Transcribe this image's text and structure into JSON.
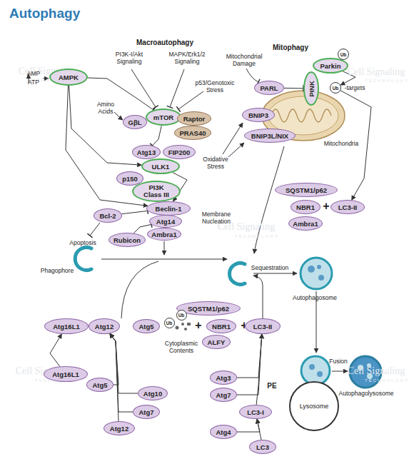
{
  "diagram": {
    "title": "Autophagy",
    "nodes": [
      {
        "text": [
          "AMPK"
        ]
      },
      {
        "text": [
          "GβL"
        ]
      },
      {
        "text": [
          "mTOR"
        ]
      },
      {
        "text": [
          "Raptor"
        ]
      },
      {
        "text": [
          "PRAS40"
        ]
      },
      {
        "text": [
          "Atg13"
        ]
      },
      {
        "text": [
          "FIP200"
        ]
      },
      {
        "text": [
          "ULK1"
        ]
      },
      {
        "text": [
          "p150"
        ]
      },
      {
        "text": [
          "PI3K Class III"
        ]
      },
      {
        "text": [
          "Beclin-1"
        ]
      },
      {
        "text": [
          "Bcl-2"
        ]
      },
      {
        "text": [
          "Atg14"
        ]
      },
      {
        "text": [
          "Ambra1"
        ]
      },
      {
        "text": [
          "Rubicon"
        ]
      },
      {
        "text": [
          "Parkin"
        ]
      },
      {
        "text": [
          "Ub"
        ]
      },
      {
        "text": [
          "PINK"
        ]
      },
      {
        "text": [
          "PARL"
        ]
      },
      {
        "text": [
          "Ub"
        ]
      },
      {
        "text": [
          "BNIP3"
        ]
      },
      {
        "text": [
          "BNIP3L/NIX"
        ]
      },
      {
        "text": [
          "SQSTM1/p62"
        ]
      },
      {
        "text": [
          "NBR1"
        ]
      },
      {
        "text": [
          "LC3-II"
        ]
      },
      {
        "text": [
          "Ambra1"
        ]
      },
      {
        "text": [
          "SQSTM1/p62"
        ]
      },
      {
        "text": [
          "Atg16L1"
        ]
      },
      {
        "text": [
          "Atg12"
        ]
      },
      {
        "text": [
          "Atg5"
        ]
      },
      {
        "text": [
          "Ub"
        ]
      },
      {
        "text": [
          "Ub"
        ]
      },
      {
        "text": [
          "NBR1"
        ]
      },
      {
        "text": [
          "LC3-II"
        ]
      },
      {
        "text": [
          "ALFY"
        ]
      },
      {
        "text": [
          "Atg16L1"
        ]
      },
      {
        "text": [
          "Atg3"
        ]
      },
      {
        "text": [
          "Atg5"
        ]
      },
      {
        "text": [
          "Atg10"
        ]
      },
      {
        "text": [
          "Atg7"
        ]
      },
      {
        "text": [
          "Atg7"
        ]
      },
      {
        "text": [
          "LC3-I"
        ]
      },
      {
        "text": [
          "Atg12"
        ]
      },
      {
        "text": [
          "Atg4"
        ]
      },
      {
        "text": [
          "LC3"
        ]
      },
      {
        "text": [
          "Lysosome"
        ]
      }
    ],
    "edges": [
      {
        "from": 0,
        "to": 2,
        "arrow": "to"
      },
      {
        "from": 0,
        "to": 7,
        "arrow": "to"
      },
      {
        "from": 0,
        "to": 10,
        "arrow": "to"
      },
      {
        "from": 2,
        "to": 5,
        "arrow": "to"
      },
      {
        "from": 7,
        "to": 10,
        "arrow": "to"
      },
      {
        "from": 11,
        "to": 10,
        "arrow": "to"
      },
      {
        "from": 14,
        "to": 12,
        "arrow": "to"
      },
      {
        "from": 18,
        "to": 17,
        "arrow": "to"
      },
      {
        "from": 15,
        "to": 19,
        "arrow": "to"
      },
      {
        "from": 19,
        "to": 24,
        "arrow": "to"
      },
      {
        "from": 35,
        "to": 27,
        "arrow": "to"
      },
      {
        "from": 37,
        "to": 28,
        "arrow": "to"
      },
      {
        "from": 38,
        "to": 28,
        "arrow": "to"
      },
      {
        "from": 40,
        "to": 28,
        "arrow": "to"
      },
      {
        "from": 42,
        "to": 28,
        "arrow": "to"
      },
      {
        "from": 44,
        "to": 41,
        "arrow": "to"
      },
      {
        "from": 43,
        "to": 41,
        "arrow": "to"
      },
      {
        "from": 41,
        "to": 33,
        "arrow": "to"
      },
      {
        "from": 36,
        "to": 33,
        "arrow": "to"
      },
      {
        "from": 39,
        "to": 33,
        "arrow": "to"
      }
    ],
    "labels": [
      "Macroautophagy",
      "AMP",
      "ATP",
      "PI3K-I/Akt Signaling",
      "MAPK/Erk1/2 Signaling",
      "p53/Genotoxic Stress",
      "Amino Acids",
      "Mitophagy",
      "Mitochondrial Damage",
      "-targets",
      "Mitochondria",
      "Oxidative Stress",
      "Membrane Nucleation",
      "Apoptosis",
      "Phagophore",
      "Sequestration",
      "+",
      "Autophagosome",
      "+",
      "+",
      "Cytoplasmic Contents",
      "PE",
      "Fusion",
      "Autophagolysosome",
      "Cell Signaling",
      "Cell Signaling",
      "Cell Signaling",
      "Cell Signaling",
      "Cell Signaling",
      "TECHNOLOGY",
      "TECHNOLOGY",
      "TECHNOLOGY",
      "TECHNOLOGY",
      "TECHNOLOGY"
    ]
  }
}
